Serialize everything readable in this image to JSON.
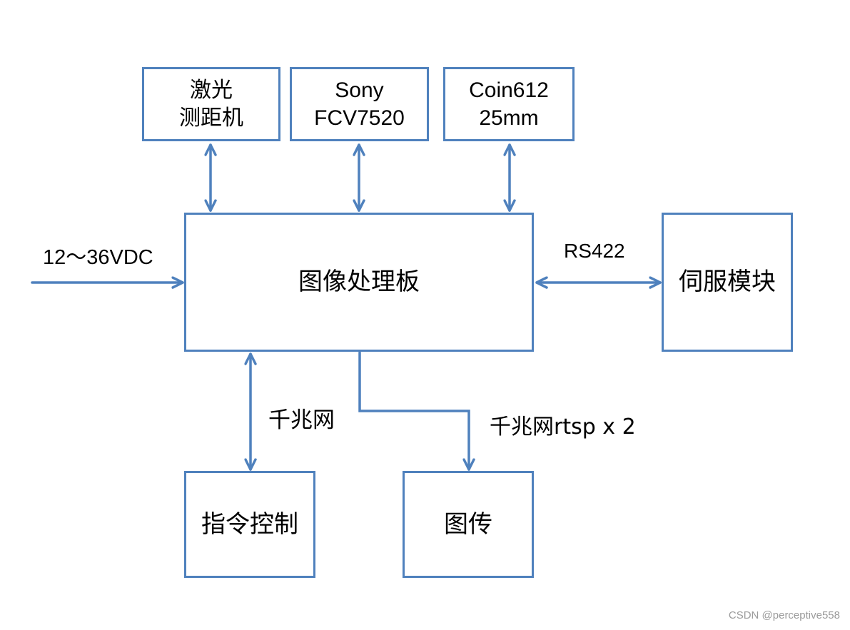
{
  "diagram": {
    "accent_color": "#4f81bd",
    "nodes": {
      "laser_rangefinder": {
        "lines": [
          "激光",
          "测距机"
        ]
      },
      "sony_camera": {
        "lines": [
          "Sony",
          "FCV7520"
        ]
      },
      "coin_thermal": {
        "lines": [
          "Coin612",
          "25mm"
        ]
      },
      "image_processing_board": {
        "lines": [
          "图像处理板"
        ]
      },
      "servo_module": {
        "lines": [
          "伺服模块"
        ]
      },
      "command_control": {
        "lines": [
          "指令控制"
        ]
      },
      "image_transmission": {
        "lines": [
          "图传"
        ]
      }
    },
    "edges": [
      {
        "from": "laser_rangefinder",
        "to": "image_processing_board",
        "direction": "bidirectional",
        "label": ""
      },
      {
        "from": "sony_camera",
        "to": "image_processing_board",
        "direction": "bidirectional",
        "label": ""
      },
      {
        "from": "coin_thermal",
        "to": "image_processing_board",
        "direction": "bidirectional",
        "label": ""
      },
      {
        "from": "power_input",
        "to": "image_processing_board",
        "direction": "forward",
        "label": "12～36VDC"
      },
      {
        "from": "image_processing_board",
        "to": "servo_module",
        "direction": "bidirectional",
        "label": "RS422"
      },
      {
        "from": "image_processing_board",
        "to": "command_control",
        "direction": "bidirectional",
        "label": "千兆网"
      },
      {
        "from": "image_processing_board",
        "to": "image_transmission",
        "direction": "forward",
        "label": "千兆网rtsp x 2"
      }
    ],
    "labels": {
      "power": "12～36VDC",
      "rs422": "RS422",
      "gigabit_control": "千兆网",
      "gigabit_rtsp": "千兆网rtsp x 2"
    }
  },
  "watermark": "CSDN @perceptive558"
}
